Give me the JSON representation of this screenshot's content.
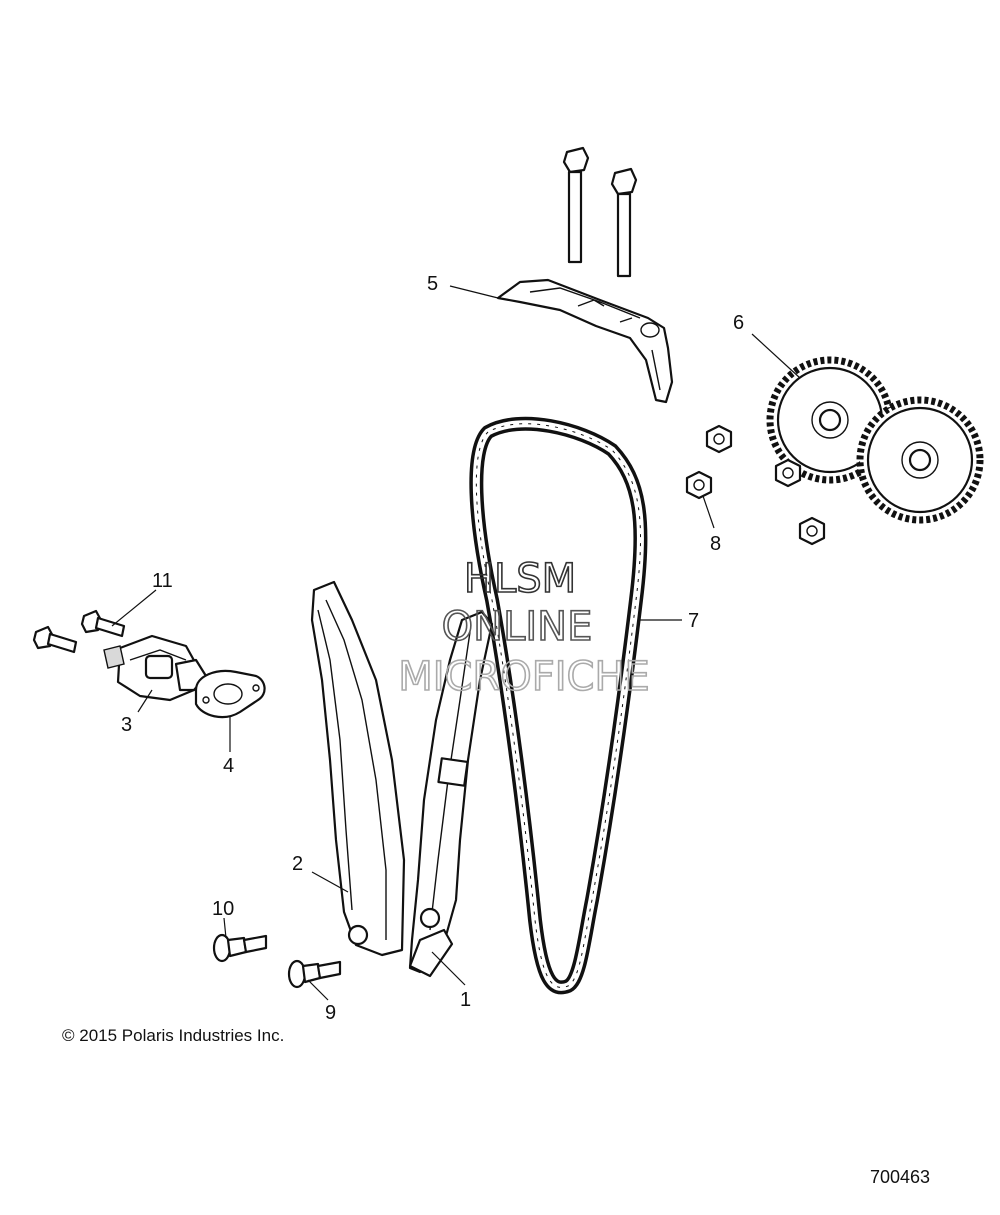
{
  "callouts": [
    "1",
    "2",
    "3",
    "4",
    "5",
    "6",
    "7",
    "8",
    "9",
    "10",
    "11"
  ],
  "watermark": [
    "HLSM",
    "ONLINE",
    "MICROFICHE"
  ],
  "copyright": "© 2015 Polaris Industries Inc.",
  "figure_number": "700463"
}
